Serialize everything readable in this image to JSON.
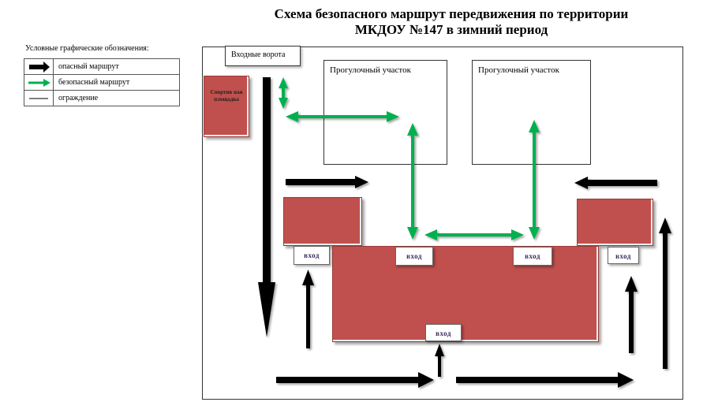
{
  "title": {
    "line1": "Схема безопасного маршрут  передвижения по территории",
    "line2": "МКДОУ №147  в зимний период"
  },
  "legend": {
    "heading": "Условные графические обозначения:",
    "items": [
      {
        "label": "опасный маршрут",
        "symbol": "black-arrow-icon"
      },
      {
        "label": "безопасный маршрут",
        "symbol": "green-double-arrow-icon"
      },
      {
        "label": "ограждение",
        "symbol": "fence-line-icon"
      }
    ]
  },
  "map": {
    "gate": "Входные ворота",
    "sports_ground": "Спортив ная площадка",
    "walk_area_left": "Прогулочный участок",
    "walk_area_right": "Прогулочный участок",
    "entrances": [
      "вход",
      "вход",
      "вход",
      "вход",
      "вход"
    ]
  },
  "colors": {
    "building": "#c0504d",
    "safe_route": "#00b050",
    "danger_route": "#000000"
  }
}
